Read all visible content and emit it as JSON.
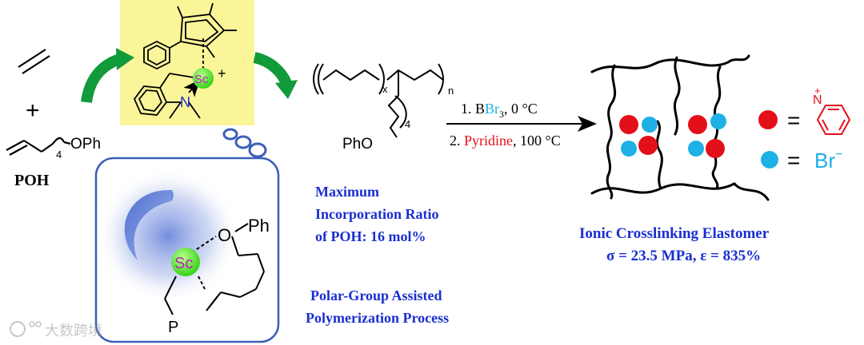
{
  "monomers": {
    "plus": "+",
    "ethylene_label": "",
    "poh_substituent": "OPh",
    "poh_subscript": "4",
    "poh_label": "POH"
  },
  "catalyst": {
    "metal": "Sc",
    "charge": "+",
    "nitrogen": "N",
    "highlight_color": "#fbf59a"
  },
  "polymer": {
    "x_sub": "x",
    "n_sub": "n",
    "four_sub": "4",
    "pho": "PhO"
  },
  "conditions": {
    "step1_prefix": "1. B",
    "step1_br": "Br",
    "step1_sub": "3",
    "step1_suffix": ",  0 °C",
    "step2_prefix": "2. ",
    "step2_reagent": "Pyridine",
    "step2_suffix": ",  100 °C"
  },
  "legend": {
    "equals_1": "=",
    "pyridinium_n": "N",
    "pyridinium_plus": "+",
    "equals_2": "=",
    "bromide": "Br",
    "bromide_charge": "−",
    "red": "#e3101a",
    "blue": "#1fb0e6"
  },
  "mechanism": {
    "metal": "Sc",
    "o_label": "O",
    "ph_label": "Ph",
    "p_label": "P"
  },
  "captions": {
    "incorporation_line1": "Maximum",
    "incorporation_line2": "Incorporation  Ratio",
    "incorporation_line3": "of POH: 16 mol%",
    "assisted_line1": "Polar-Group  Assisted",
    "assisted_line2": "Polymerization  Process",
    "elastomer_line1": "Ionic  Crosslinking  Elastomer",
    "elastomer_line2": "σ = 23.5 MPa, ε = 835%",
    "caption_color": "#1a2fd0"
  },
  "watermark": {
    "text": "大数跨境"
  }
}
